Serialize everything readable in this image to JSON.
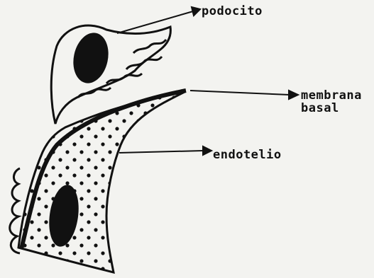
{
  "labels": {
    "podocyte": "podocito",
    "basement_membrane_line1": "membrana",
    "basement_membrane_line2": "basal",
    "endothelium": "endotelio"
  },
  "colors": {
    "ink": "#111111",
    "paper": "#f3f3f0"
  }
}
